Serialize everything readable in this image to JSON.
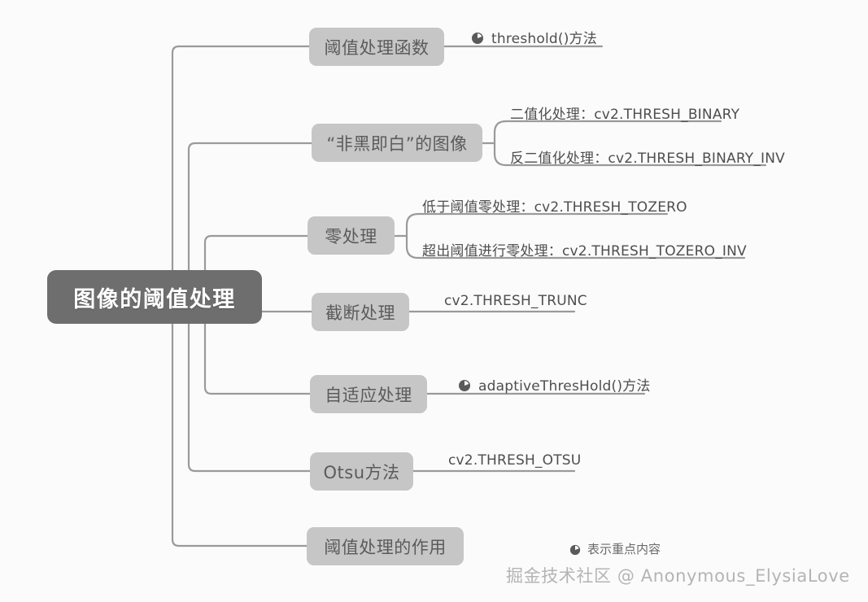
{
  "diagram": {
    "title": "图像的阈值处理",
    "colors": {
      "root_fill": "#6e6e6e",
      "root_text": "#ffffff",
      "node_fill": "#c6c6c6",
      "node_text": "#5b5b5b",
      "wire": "#9a9a9a",
      "leaf_text": "#4e4e4e",
      "background": "#fbfbfb",
      "watermark": "#b4b4b4"
    },
    "root": {
      "label": "图像的阈值处理"
    },
    "branches": [
      {
        "id": "threshold-function",
        "label": "阈值处理函数",
        "children": [
          {
            "label": "threshold()方法",
            "icon": "key-point-icon",
            "has_icon": true
          }
        ]
      },
      {
        "id": "black-or-white",
        "label": "“非黑即白”的图像",
        "children": [
          {
            "label": "二值化处理：cv2.THRESH_BINARY",
            "has_icon": false
          },
          {
            "label": "反二值化处理：cv2.THRESH_BINARY_INV",
            "has_icon": false
          }
        ]
      },
      {
        "id": "to-zero",
        "label": "零处理",
        "children": [
          {
            "label": "低于阈值零处理：cv2.THRESH_TOZERO",
            "has_icon": false
          },
          {
            "label": "超出阈值进行零处理：cv2.THRESH_TOZERO_INV",
            "has_icon": false
          }
        ]
      },
      {
        "id": "truncate",
        "label": "截断处理",
        "children": [
          {
            "label": "cv2.THRESH_TRUNC",
            "has_icon": false
          }
        ]
      },
      {
        "id": "adaptive",
        "label": "自适应处理",
        "children": [
          {
            "label": "adaptiveThresHold()方法",
            "icon": "key-point-icon",
            "has_icon": true
          }
        ]
      },
      {
        "id": "otsu",
        "label": "Otsu方法",
        "children": [
          {
            "label": "cv2.THRESH_OTSU",
            "has_icon": false
          }
        ]
      },
      {
        "id": "purpose",
        "label": "阈值处理的作用",
        "children": []
      }
    ],
    "legend": {
      "icon": "key-point-icon",
      "label": "表示重点内容"
    },
    "watermark": {
      "text": "掘金技术社区 @ Anonymous_ElysiaLove"
    }
  }
}
